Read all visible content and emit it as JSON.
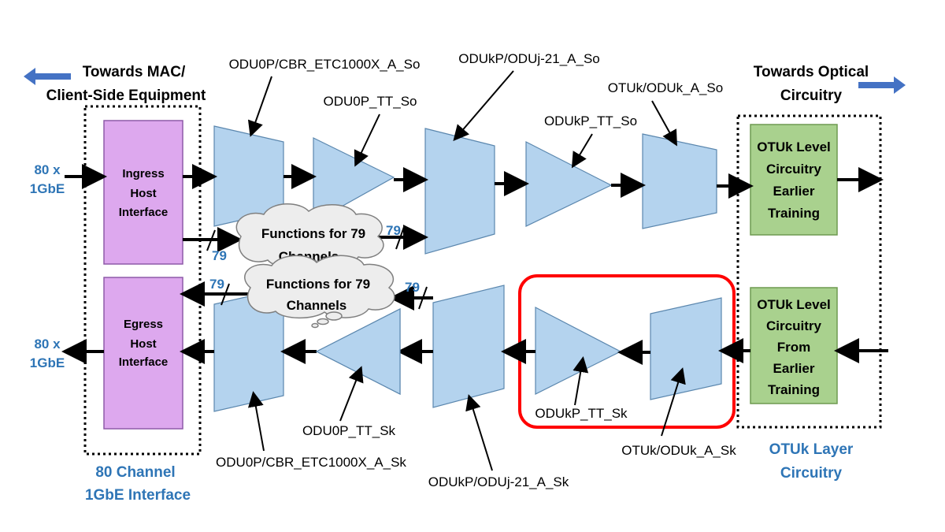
{
  "headers": {
    "left_line1": "Towards MAC/",
    "left_line2": "Client-Side Equipment",
    "right_line1": "Towards Optical",
    "right_line2": "Circuitry"
  },
  "ports": {
    "in_line1": "80 x",
    "in_line2": "1GbE",
    "out_line1": "80 x",
    "out_line2": "1GbE"
  },
  "ingress": {
    "line1": "Ingress",
    "line2": "Host",
    "line3": "Interface"
  },
  "egress": {
    "line1": "Egress",
    "line2": "Host",
    "line3": "Interface"
  },
  "otuk_tx": {
    "line1": "OTUk Level",
    "line2": "Circuitry",
    "line3": "Earlier",
    "line4": "Training"
  },
  "otuk_rx": {
    "line1": "OTUk Level",
    "line2": "Circuitry",
    "line3": "From",
    "line4": "Earlier",
    "line5": "Training"
  },
  "clouds": {
    "top_line1": "Functions for 79",
    "top_line2": "Channels",
    "bottom_line1": "Functions for 79",
    "bottom_line2": "Channels"
  },
  "channel_counts": {
    "top_left": "79",
    "top_right": "79",
    "bottom_left": "79",
    "bottom_right": "79"
  },
  "labels": {
    "odu0p_cbr_so": "ODU0P/CBR_ETC1000X_A_So",
    "odu0p_tt_so": "ODU0P_TT_So",
    "odukp_oduj_so": "ODUkP/ODUj-21_A_So",
    "odukp_tt_so": "ODUkP_TT_So",
    "otuk_oduk_so": "OTUk/ODUk_A_So",
    "odu0p_cbr_sk": "ODU0P/CBR_ETC1000X_A_Sk",
    "odu0p_tt_sk": "ODU0P_TT_Sk",
    "odukp_oduj_sk": "ODUkP/ODUj-21_A_Sk",
    "odukp_tt_sk": "ODUkP_TT_Sk",
    "otuk_oduk_sk": "OTUk/ODUk_A_Sk"
  },
  "footers": {
    "left_line1": "80 Channel",
    "left_line2": "1GbE Interface",
    "right_line1": "OTUk Layer",
    "right_line2": "Circuitry"
  },
  "colors": {
    "function_fill": "#B4D3EE",
    "host_interface_fill": "#DDA8EE",
    "otuk_fill": "#A9D18E",
    "blue_text": "#2E75B6",
    "highlight": "#FF0000"
  }
}
